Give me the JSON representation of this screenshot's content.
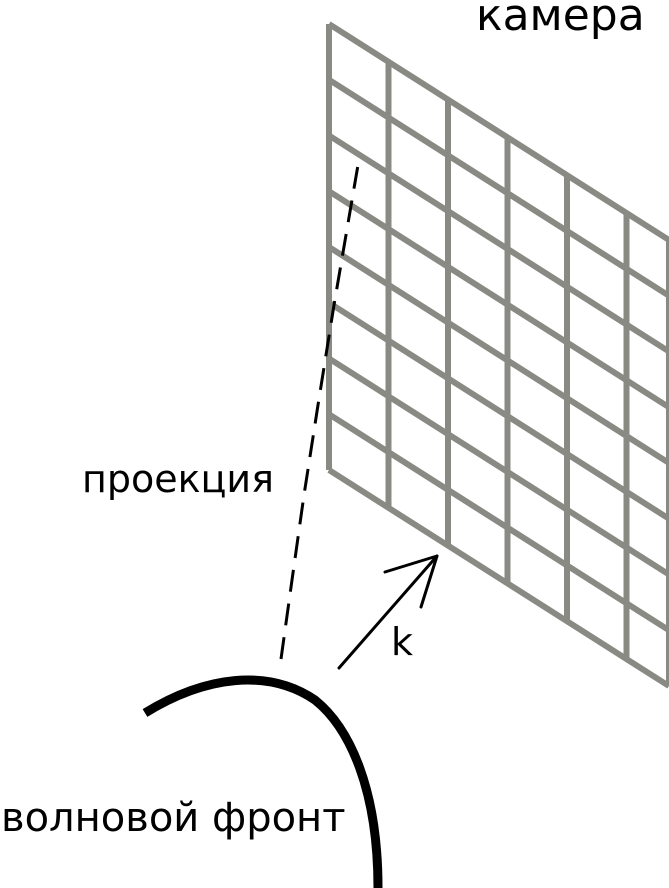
{
  "labels": {
    "camera": "камера",
    "projection": "проекция",
    "wave_vector": "k",
    "wavefront": "волновой фронт"
  },
  "colors": {
    "grid": "#8a8a85",
    "ink": "#000000",
    "background": "#ffffff"
  },
  "grid": {
    "rows": 8,
    "columns": 6
  }
}
